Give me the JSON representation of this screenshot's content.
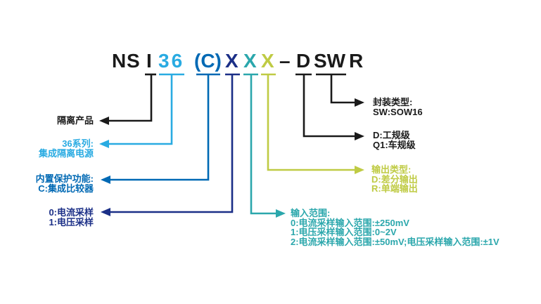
{
  "colors": {
    "black": "#1a1a1a",
    "cyan": "#29ABE2",
    "blue": "#0069B4",
    "navy": "#1B2F87",
    "teal": "#2BA7AC",
    "olive": "#BFCB44",
    "background": "#ffffff"
  },
  "part_number": {
    "segments": [
      {
        "text": "N"
      },
      {
        "text": "S"
      },
      {
        "text": "I"
      },
      {
        "text": "36"
      },
      {
        "text": "(C)"
      },
      {
        "text": "X"
      },
      {
        "text": "X"
      },
      {
        "text": "X"
      },
      {
        "text": "–"
      },
      {
        "text": "D"
      },
      {
        "text": "SW"
      },
      {
        "text": "R"
      }
    ]
  },
  "labels": {
    "isolation_product": {
      "lines": [
        "隔离产品"
      ]
    },
    "series": {
      "lines": [
        "36系列:",
        "集成隔离电源"
      ]
    },
    "protection": {
      "lines": [
        "内置保护功能:",
        "C:集成比较器"
      ]
    },
    "sampling": {
      "lines": [
        "0:电流采样",
        "1:电压采样"
      ]
    },
    "package": {
      "lines": [
        "封装类型:",
        "SW:SOW16"
      ]
    },
    "grade": {
      "lines": [
        "D:工规级",
        "Q1:车规级"
      ]
    },
    "output_type": {
      "lines": [
        "输出类型:",
        "D:差分输出",
        "R:单端输出"
      ]
    },
    "input_range": {
      "lines": [
        "输入范围:",
        "0:电流采样输入范围:±250mV",
        "1:电压采样输入范围:0~2V",
        "2:电流采样输入范围:±50mV;电压采样输入范围:±1V"
      ]
    }
  }
}
